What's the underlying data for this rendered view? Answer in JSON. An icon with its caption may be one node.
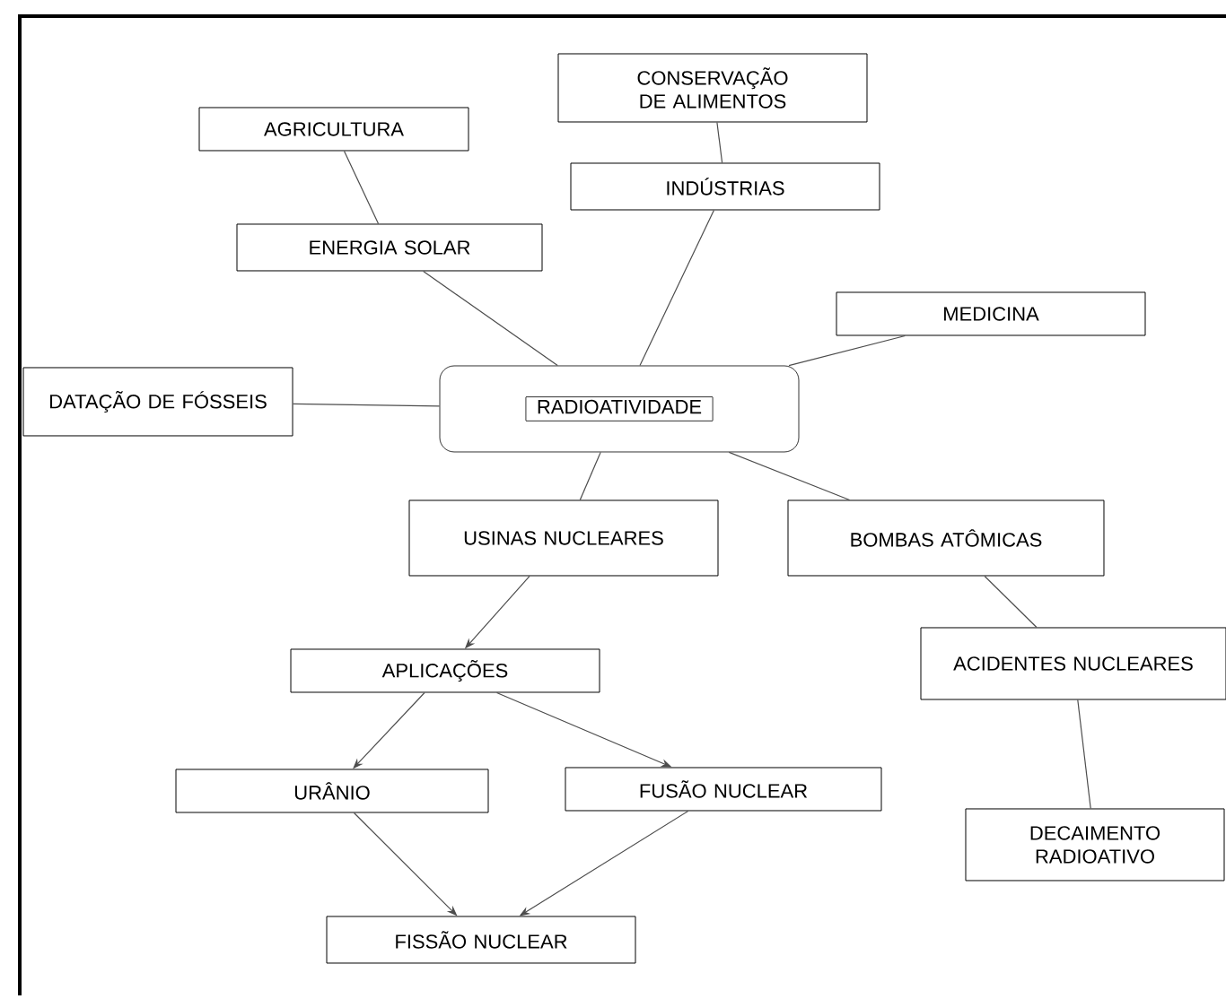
{
  "diagram": {
    "nodes": [
      {
        "text": [
          "CONSERVAÇÃO DE ALIMENTOS"
        ]
      },
      {
        "text": [
          "AGRICULTURA"
        ]
      },
      {
        "text": [
          "INDÚSTRIAS"
        ]
      },
      {
        "text": [
          "ENERGIA SOLAR"
        ]
      },
      {
        "text": [
          "MEDICINA"
        ]
      },
      {
        "text": [
          "DATAÇÃO DE FÓSSEIS"
        ]
      },
      {
        "text": [
          "RADIOATIVIDADE"
        ]
      },
      {
        "text": [
          "USINAS NUCLEARES"
        ]
      },
      {
        "text": [
          "BOMBAS ATÔMICAS"
        ]
      },
      {
        "text": [
          "APLICAÇÕES"
        ]
      },
      {
        "text": [
          "ACIDENTES NUCLEARES"
        ]
      },
      {
        "text": [
          "URÂNIO"
        ]
      },
      {
        "text": [
          "FUSÃO NUCLEAR"
        ]
      },
      {
        "text": [
          "DECAIMENTO RADIOATIVO"
        ]
      },
      {
        "text": [
          "FISSÃO NUCLEAR"
        ]
      }
    ],
    "edges": [
      {
        "from": 1,
        "to": 3,
        "arrow": "none"
      },
      {
        "from": 0,
        "to": 2,
        "arrow": "none"
      },
      {
        "from": 3,
        "to": 6,
        "arrow": "none"
      },
      {
        "from": 2,
        "to": 6,
        "arrow": "none"
      },
      {
        "from": 6,
        "to": 4,
        "arrow": "none"
      },
      {
        "from": 5,
        "to": 6,
        "arrow": "none"
      },
      {
        "from": 6,
        "to": 7,
        "arrow": "none"
      },
      {
        "from": 6,
        "to": 8,
        "arrow": "none"
      },
      {
        "from": 7,
        "to": 9,
        "arrow": "to"
      },
      {
        "from": 8,
        "to": 10,
        "arrow": "none"
      },
      {
        "from": 9,
        "to": 11,
        "arrow": "to"
      },
      {
        "from": 9,
        "to": 12,
        "arrow": "to"
      },
      {
        "from": 10,
        "to": 13,
        "arrow": "none"
      },
      {
        "from": 11,
        "to": 14,
        "arrow": "to"
      },
      {
        "from": 12,
        "to": 14,
        "arrow": "to"
      }
    ]
  }
}
